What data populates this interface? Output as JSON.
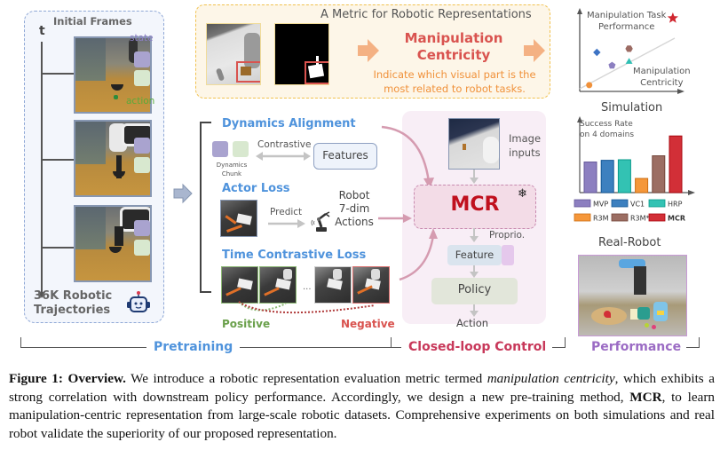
{
  "pretraining_data": {
    "title": "Initial Frames",
    "time_axis_label": "t",
    "state_label": "state",
    "action_label": "action",
    "dataset_label_line1": "36K Robotic",
    "dataset_label_line2": "Trajectories",
    "robot_icon": "robot-icon"
  },
  "metric": {
    "title": "A Metric for Robotic Representations",
    "name_line1": "Manipulation",
    "name_line2": "Centricity",
    "desc_line1": "Indicate which visual part is the",
    "desc_line2": "most related to robot tasks."
  },
  "losses": {
    "dynamics_alignment": {
      "title": "Dynamics Alignment",
      "chunk_label_line1": "Dynamics",
      "chunk_label_line2": "Chunk",
      "relation": "Contrastive",
      "target": "Features"
    },
    "actor_loss": {
      "title": "Actor Loss",
      "relation": "Predict",
      "target_line1": "Robot",
      "target_line2": "7-dim",
      "target_line3": "Actions"
    },
    "time_contrastive": {
      "title": "Time Contrastive Loss",
      "ellipsis": "...",
      "positive": "Positive",
      "negative": "Negative"
    }
  },
  "control": {
    "image_inputs_line1": "Image",
    "image_inputs_line2": "inputs",
    "model": "MCR",
    "frozen_icon": "snowflake-icon",
    "proprio": "Proprio.",
    "feature": "Feature",
    "policy": "Policy",
    "action": "Action"
  },
  "performance": {
    "scatter": {
      "ylabel_line1": "Manipulation Task",
      "ylabel_line2": "Performance",
      "xlabel_line1": "Manipulation",
      "xlabel_line2": "Centricity"
    },
    "simulation_title": "Simulation",
    "real_robot_title": "Real-Robot"
  },
  "sections": {
    "pretraining": "Pretraining",
    "closed_loop": "Closed-loop Control",
    "performance": "Performance"
  },
  "colors": {
    "pretraining": "#4f93dc",
    "closed_loop": "#c8385a",
    "performance": "#9b6bc4",
    "metric_title": "#d9534f",
    "metric_desc": "#f0913a",
    "mcr_text": "#c0101e"
  },
  "caption": {
    "figure_label": "Figure 1:",
    "figure_title": "Overview.",
    "text_1": " We introduce a robotic representation evaluation metric termed ",
    "italic_term": "manipulation centricity",
    "text_2": ", which exhibits a strong correlation with downstream policy performance. Accordingly, we design a new pre-training method, ",
    "bold_method": "MCR",
    "text_3": ", to learn manipulation-centric representation from large-scale robotic datasets. Comprehensive experiments on both simulations and real robot validate the superiority of our proposed representation."
  },
  "chart_data": [
    {
      "type": "scatter",
      "title": "",
      "xlabel": "Manipulation Centricity",
      "ylabel": "Manipulation Task Performance",
      "grid": false,
      "trendline": true,
      "note": "schematic, no numeric axes; values are relative (0-1)",
      "points": [
        {
          "name": "R3M",
          "marker": "circle",
          "color": "#f0913a",
          "x": 0.1,
          "y": 0.05
        },
        {
          "name": "MVP",
          "marker": "pentagon",
          "color": "#8c7fc0",
          "x": 0.34,
          "y": 0.32
        },
        {
          "name": "VC1",
          "marker": "diamond",
          "color": "#3d73c4",
          "x": 0.18,
          "y": 0.5
        },
        {
          "name": "HRP",
          "marker": "triangle",
          "color": "#2fbfb3",
          "x": 0.52,
          "y": 0.37
        },
        {
          "name": "R3M*",
          "marker": "hexagon",
          "color": "#9c6b63",
          "x": 0.52,
          "y": 0.55
        },
        {
          "name": "MCR",
          "marker": "star",
          "color": "#d0262f",
          "x": 0.98,
          "y": 0.97
        }
      ]
    },
    {
      "type": "bar",
      "title": "Success Rate on 4 domains",
      "xlabel": "",
      "ylabel": "Success Rate on 4 domains",
      "note": "no axis ticks; values relative to MCR = 1.0",
      "categories": [
        "MVP",
        "VC1",
        "HRP",
        "R3M",
        "R3M*",
        "MCR"
      ],
      "values": [
        0.54,
        0.57,
        0.58,
        0.25,
        0.65,
        1.0
      ],
      "colors": [
        "#8c7fc0",
        "#3d80bf",
        "#33c2b3",
        "#f5973a",
        "#9c6e63",
        "#d22f37"
      ],
      "legend": [
        "MVP",
        "VC1",
        "HRP",
        "R3M",
        "R3M*",
        "MCR"
      ],
      "legend_position": "bottom",
      "ylim": [
        0,
        1.05
      ]
    }
  ]
}
